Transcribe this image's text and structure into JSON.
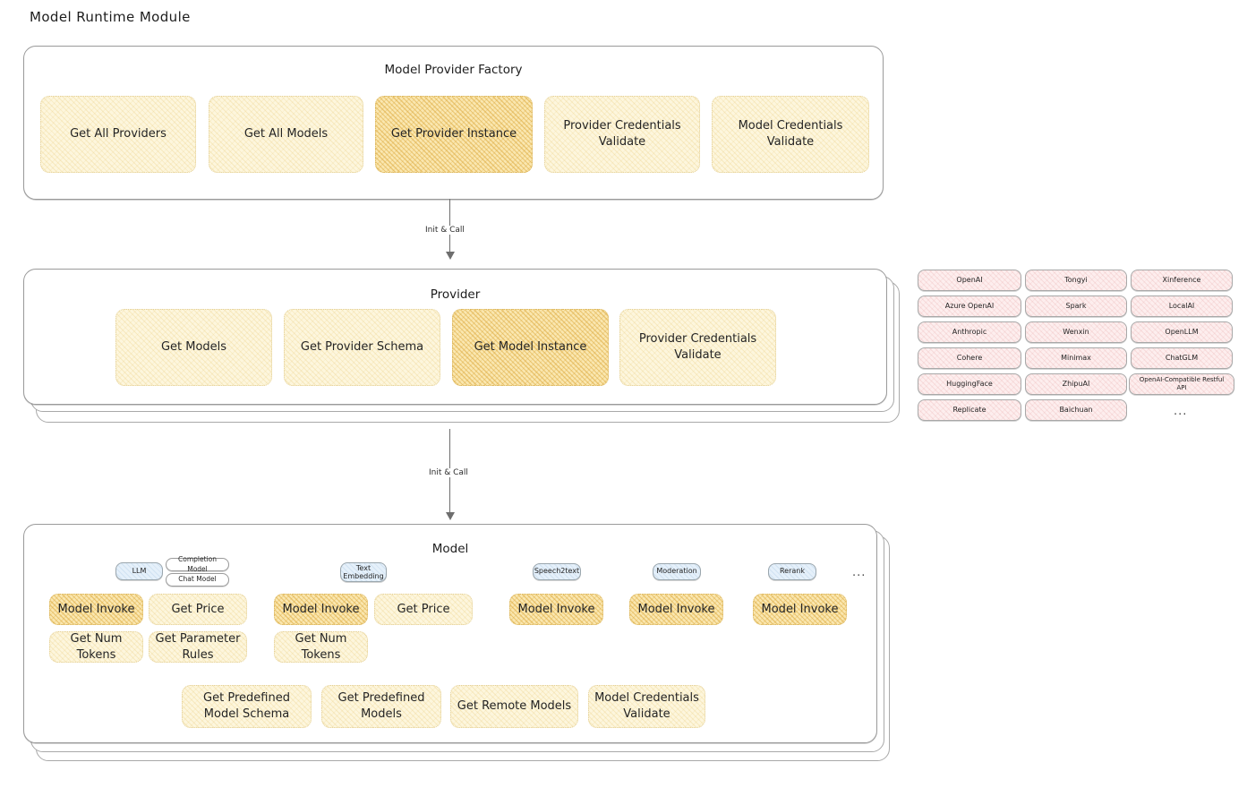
{
  "page": {
    "title": "Model Runtime Module"
  },
  "factory": {
    "title": "Model Provider Factory",
    "boxes": [
      {
        "label": "Get All Providers",
        "highlight": false
      },
      {
        "label": "Get All Models",
        "highlight": false
      },
      {
        "label": "Get Provider Instance",
        "highlight": true
      },
      {
        "label": "Provider Credentials Validate",
        "highlight": false
      },
      {
        "label": "Model Credentials Validate",
        "highlight": false
      }
    ]
  },
  "arrows": [
    {
      "label": "Init & Call"
    },
    {
      "label": "Init & Call"
    }
  ],
  "provider": {
    "title": "Provider",
    "boxes": [
      {
        "label": "Get Models",
        "highlight": false
      },
      {
        "label": "Get Provider Schema",
        "highlight": false
      },
      {
        "label": "Get Model Instance",
        "highlight": true
      },
      {
        "label": "Provider Credentials Validate",
        "highlight": false
      }
    ]
  },
  "provider_list": {
    "columns": [
      [
        "OpenAI",
        "Azure OpenAI",
        "Anthropic",
        "Cohere",
        "HuggingFace",
        "Replicate"
      ],
      [
        "Tongyi",
        "Spark",
        "Wenxin",
        "Minimax",
        "ZhipuAI",
        "Baichuan"
      ],
      [
        "Xinference",
        "LocalAI",
        "OpenLLM",
        "ChatGLM",
        "OpenAI-Compatible Restful API"
      ]
    ],
    "more": "..."
  },
  "model": {
    "title": "Model",
    "more": "...",
    "types": [
      {
        "badge": "LLM",
        "sub_badges": [
          "Completion Model",
          "Chat Model"
        ],
        "methods_row1": [
          "Model Invoke",
          "Get Price"
        ],
        "methods_row2": [
          "Get Num Tokens",
          "Get Parameter Rules"
        ]
      },
      {
        "badge": "Text Embedding",
        "sub_badges": [],
        "methods_row1": [
          "Model Invoke",
          "Get Price"
        ],
        "methods_row2": [
          "Get Num Tokens"
        ]
      },
      {
        "badge": "Speech2text",
        "sub_badges": [],
        "methods_row1": [
          "Model Invoke"
        ],
        "methods_row2": []
      },
      {
        "badge": "Moderation",
        "sub_badges": [],
        "methods_row1": [
          "Model Invoke"
        ],
        "methods_row2": []
      },
      {
        "badge": "Rerank",
        "sub_badges": [],
        "methods_row1": [
          "Model Invoke"
        ],
        "methods_row2": []
      }
    ],
    "common_methods": [
      "Get Predefined Model Schema",
      "Get Predefined Models",
      "Get Remote Models",
      "Model Credentials Validate"
    ]
  },
  "colors": {
    "yellow_fill": "#fdf6dd",
    "yellow_strong_fill": "#fae7b0",
    "pink_fill": "#fdeeee",
    "blue_fill": "#e5f0fa",
    "stroke": "#9a9a9a"
  }
}
